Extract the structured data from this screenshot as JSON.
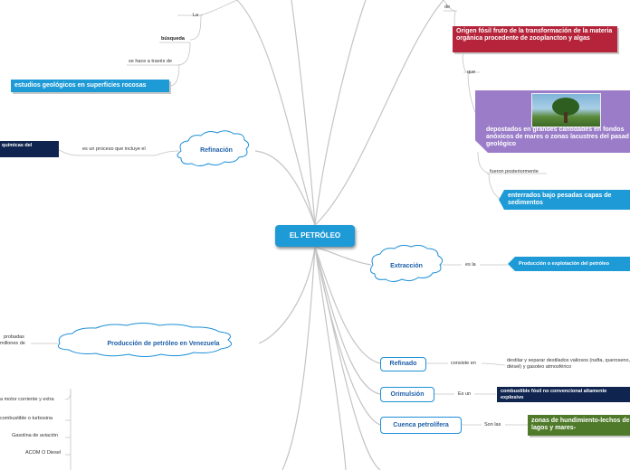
{
  "central": {
    "title": "EL PETRÓLEO"
  },
  "left": {
    "la": "La",
    "busqueda": "búsqueda",
    "se_hace": "se hace a través de",
    "estudios": "estudios geológicos en superficies rocosas",
    "refinacion": "Refinación",
    "es_un_proceso": "es un proceso que incluye el",
    "quimicas": "químicas del",
    "produccion_vzla": "Producción de petróleo en Venezuela",
    "probadas": "probadas",
    "millones": "millones de",
    "motor": "a motor corriente y extra",
    "combustible": "combustible o turbosina",
    "gasolina": "Gasolina de aviación",
    "acpm": "ACOM O Diesel"
  },
  "right": {
    "de": "de",
    "origen": "Origen fósil fruto de la transformación de la materia orgánica procedente de zooplancton y algas",
    "que": "que",
    "depositados": "depostados en grandes cantidades en fondos anóxicos de mares o zonas lacustres del pasad geológico",
    "fueron": "fueron posteriormente",
    "enterrados": "enterrados bajo pesadas capas de sedimentos",
    "extraccion": "Extracción",
    "es_la": "es la",
    "produccion_exp": "Producción o explotación del petróleo",
    "refinado": "Refinado",
    "consiste_en": "consiste en",
    "destilar": "destilar y separar destilados valiosos (nafta, queroseno, diésel) y gasoleo atmosférico",
    "orimulsion": "Orimulsión",
    "es_un": "Es un",
    "combustible_fosil": "combustible fósil no convencional altamente explosivo",
    "cuenca": "Cuenca petrolífera",
    "son_las": "Son las",
    "zonas": "zonas de hundimiento-lechos de lagos y mares-"
  }
}
